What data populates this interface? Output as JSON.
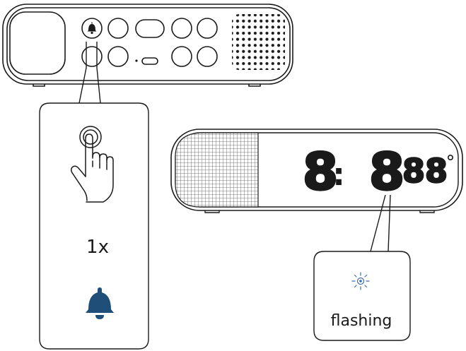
{
  "callout_left": {
    "press_count": "1x",
    "icon": "bell-icon",
    "icon_color": "#1f4e79"
  },
  "callout_right": {
    "status": "flashing",
    "icon": "light-burst-icon",
    "icon_color": "#3b6ea5"
  },
  "display": {
    "left_digit": "8",
    "separator": ":",
    "big_digit": "8",
    "small_digits": "88",
    "degree_mark": "°"
  },
  "colors": {
    "line": "#1a1a1a",
    "accent": "#1f4e79"
  }
}
